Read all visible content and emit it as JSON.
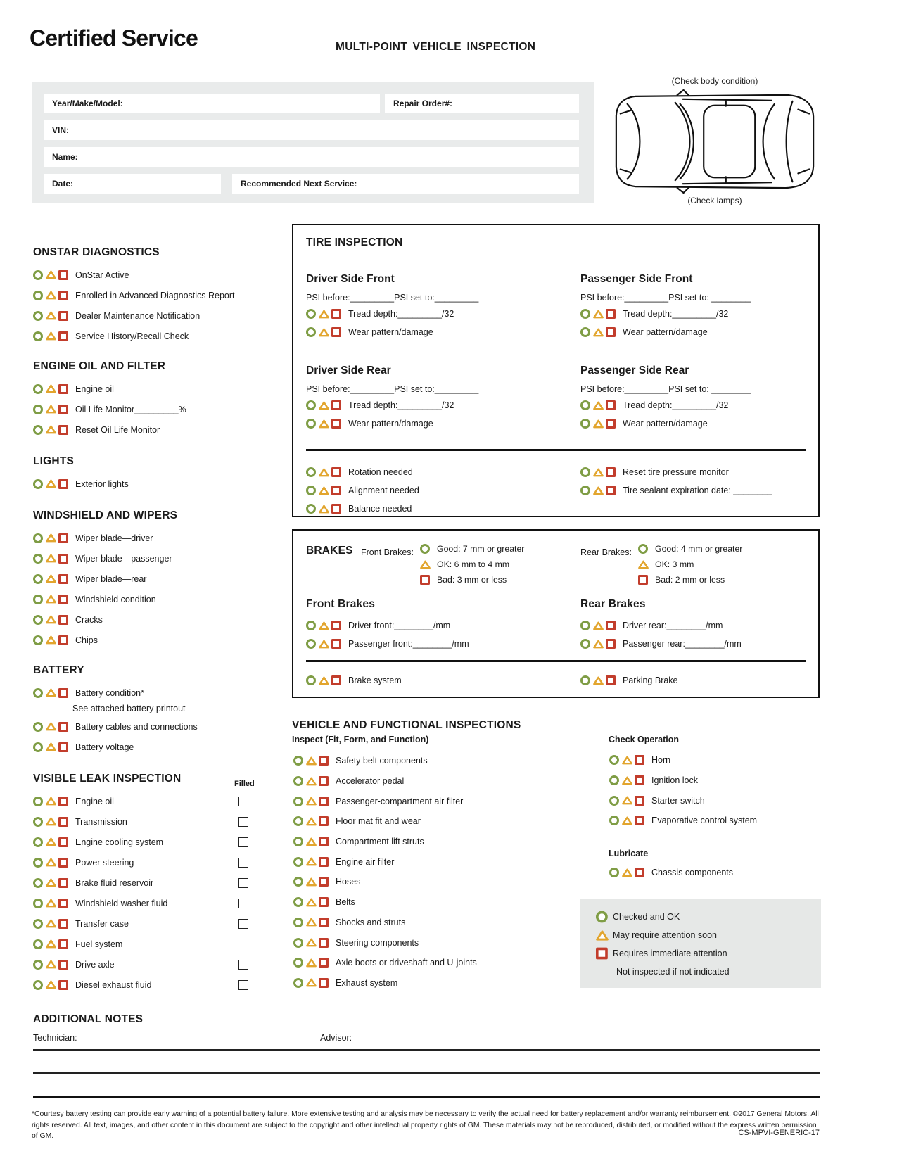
{
  "brand": {
    "logo": "Certified Service",
    "title": "MULTI-POINT VEHICLE INSPECTION"
  },
  "colors": {
    "good": "#7f9d45",
    "attention": "#e2a52e",
    "immediate": "#c23d2c",
    "form_bg": "#e9ebeb",
    "legend_bg": "#e6e8e7"
  },
  "vehicle_info": {
    "fields": [
      {
        "label": "Year/Make/Model:",
        "value": ""
      },
      {
        "label": "Repair Order#:",
        "value": ""
      },
      {
        "label": "VIN:",
        "value": ""
      },
      {
        "label": "Name:",
        "value": ""
      },
      {
        "label": "Date:",
        "value": ""
      },
      {
        "label": "Recommended Next Service:",
        "value": ""
      }
    ]
  },
  "car": {
    "top_caption": "(Check body condition)",
    "bottom_caption": "(Check lamps)"
  },
  "left_sections": [
    {
      "title": "ONSTAR DIAGNOSTICS",
      "items": [
        {
          "label": "OnStar Active"
        },
        {
          "label": "Enrolled in Advanced Diagnostics Report"
        },
        {
          "label": "Dealer Maintenance Notification"
        },
        {
          "label": "Service History/Recall Check"
        }
      ]
    },
    {
      "title": "ENGINE OIL AND FILTER",
      "items": [
        {
          "label": "Engine oil"
        },
        {
          "label": "Oil Life Monitor_________%"
        },
        {
          "label": "Reset Oil Life Monitor"
        }
      ]
    },
    {
      "title": "LIGHTS",
      "items": [
        {
          "label": "Exterior lights"
        }
      ]
    },
    {
      "title": "WINDSHIELD AND WIPERS",
      "items": [
        {
          "label": "Wiper blade—driver"
        },
        {
          "label": "Wiper blade—passenger"
        },
        {
          "label": "Wiper blade—rear"
        },
        {
          "label": "Windshield condition"
        },
        {
          "label": "Cracks"
        },
        {
          "label": "Chips"
        }
      ]
    },
    {
      "title": "BATTERY",
      "items": [
        {
          "label": "Battery condition*",
          "sub": "See attached battery printout"
        },
        {
          "label": "Battery cables and connections"
        },
        {
          "label": "Battery voltage"
        }
      ]
    },
    {
      "title": "VISIBLE LEAK INSPECTION",
      "filled_header": "Filled",
      "items": [
        {
          "label": "Engine oil",
          "filled": true
        },
        {
          "label": "Transmission",
          "filled": true
        },
        {
          "label": "Engine cooling system",
          "filled": true
        },
        {
          "label": "Power steering",
          "filled": true
        },
        {
          "label": "Brake fluid reservoir",
          "filled": true
        },
        {
          "label": "Windshield washer fluid",
          "filled": true
        },
        {
          "label": "Transfer case",
          "filled": true
        },
        {
          "label": "Fuel system",
          "filled": false
        },
        {
          "label": "Drive axle",
          "filled": true
        },
        {
          "label": "Diesel exhaust fluid",
          "filled": true
        }
      ]
    }
  ],
  "tire": {
    "title": "TIRE INSPECTION",
    "quadrants": [
      {
        "title": "Driver Side Front",
        "psi": "PSI before:_________PSI set to:_________",
        "rows": [
          {
            "label": "Tread depth:_________/32"
          },
          {
            "label": "Wear pattern/damage"
          }
        ]
      },
      {
        "title": "Passenger Side Front",
        "psi": "PSI before:_________PSI set to: ________",
        "rows": [
          {
            "label": "Tread depth:_________/32"
          },
          {
            "label": "Wear pattern/damage"
          }
        ]
      },
      {
        "title": "Driver Side Rear",
        "psi": "PSI before:_________PSI set to:_________",
        "rows": [
          {
            "label": "Tread depth:_________/32"
          },
          {
            "label": "Wear pattern/damage"
          }
        ]
      },
      {
        "title": "Passenger Side Rear",
        "psi": "PSI before:_________PSI set to: ________",
        "rows": [
          {
            "label": "Tread depth:_________/32"
          },
          {
            "label": "Wear pattern/damage"
          }
        ]
      }
    ],
    "bottom_left": [
      {
        "label": "Rotation needed"
      },
      {
        "label": "Alignment needed"
      },
      {
        "label": "Balance needed"
      }
    ],
    "bottom_right": [
      {
        "label": "Reset tire pressure monitor"
      },
      {
        "label": "Tire sealant expiration date: ________"
      }
    ]
  },
  "brakes": {
    "title": "BRAKES",
    "front_label": "Front Brakes:",
    "front_legend": [
      {
        "icon": "circle",
        "text": "Good: 7 mm or greater"
      },
      {
        "icon": "triangle",
        "text": "OK: 6 mm to 4 mm"
      },
      {
        "icon": "square",
        "text": "Bad: 3 mm or less"
      }
    ],
    "rear_label": "Rear Brakes:",
    "rear_legend": [
      {
        "icon": "circle",
        "text": "Good: 4 mm or greater"
      },
      {
        "icon": "triangle",
        "text": "OK: 3 mm"
      },
      {
        "icon": "square",
        "text": "Bad: 2 mm or less"
      }
    ],
    "front_title": "Front Brakes",
    "front_rows": [
      {
        "label": "Driver front:________/mm"
      },
      {
        "label": "Passenger front:________/mm"
      }
    ],
    "rear_title": "Rear Brakes",
    "rear_rows": [
      {
        "label": "Driver rear:________/mm"
      },
      {
        "label": "Passenger rear:________/mm"
      }
    ],
    "bottom_left": [
      {
        "label": "Brake system"
      }
    ],
    "bottom_right": [
      {
        "label": "Parking Brake"
      }
    ]
  },
  "functional": {
    "title": "VEHICLE AND FUNCTIONAL INSPECTIONS",
    "subtitle": "Inspect (Fit, Form, and Function)",
    "items": [
      {
        "label": "Safety belt components"
      },
      {
        "label": "Accelerator pedal"
      },
      {
        "label": "Passenger-compartment air filter"
      },
      {
        "label": "Floor mat fit and wear"
      },
      {
        "label": "Compartment lift struts"
      },
      {
        "label": "Engine air filter"
      },
      {
        "label": "Hoses"
      },
      {
        "label": "Belts"
      },
      {
        "label": "Shocks and struts"
      },
      {
        "label": "Steering components"
      },
      {
        "label": "Axle boots or driveshaft and U-joints"
      },
      {
        "label": "Exhaust system"
      }
    ],
    "check_operation_title": "Check Operation",
    "check_operation_items": [
      {
        "label": "Horn"
      },
      {
        "label": "Ignition lock"
      },
      {
        "label": "Starter switch"
      },
      {
        "label": "Evaporative control system"
      }
    ],
    "lubricate_title": "Lubricate",
    "lubricate_items": [
      {
        "label": "Chassis components"
      }
    ]
  },
  "legend": {
    "items": [
      {
        "icon": "circle",
        "text": "Checked and OK"
      },
      {
        "icon": "triangle",
        "text": "May require attention soon"
      },
      {
        "icon": "square",
        "text": "Requires immediate attention"
      },
      {
        "icon": "none",
        "text": "Not inspected if not indicated"
      }
    ]
  },
  "notes": {
    "title": "ADDITIONAL NOTES",
    "technician_label": "Technician:",
    "advisor_label": "Advisor:"
  },
  "footer": {
    "disclaimer": "*Courtesy battery testing can provide early warning of a potential battery failure. More extensive testing and analysis may be necessary to verify the actual need for battery replacement and/or warranty reimbursement.   ©2017 General Motors. All rights reserved. All text, images, and other content in this document are subject to the copyright and other intellectual property rights of GM. These materials may not be reproduced, distributed, or modified without the express written permission of GM.",
    "form_code": "CS-MPVI-GENERIC-17"
  }
}
